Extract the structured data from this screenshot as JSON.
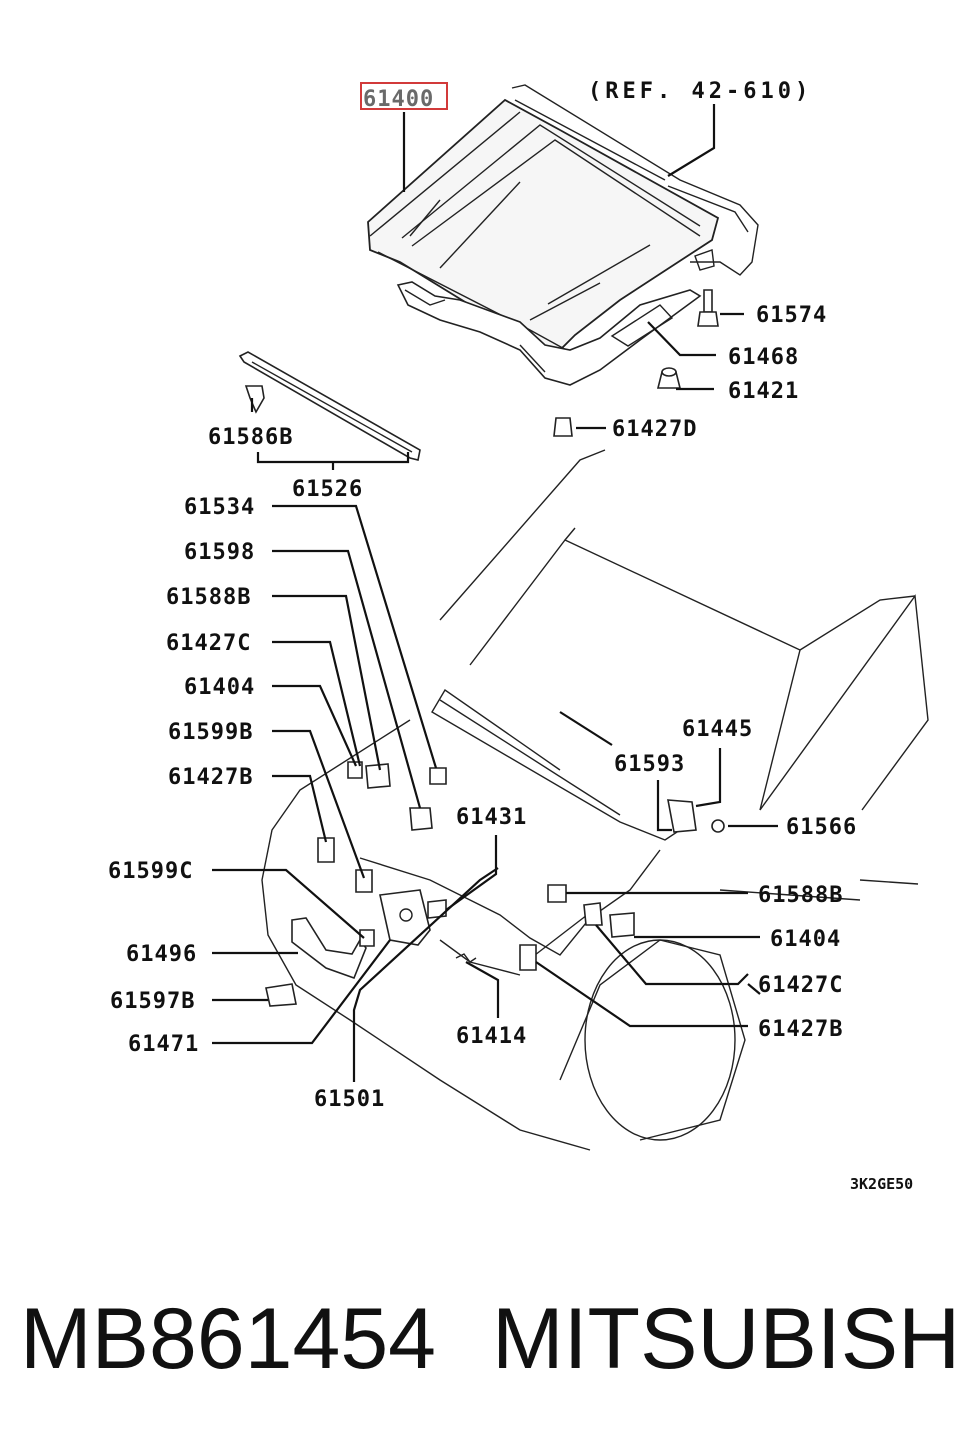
{
  "diagram": {
    "main_part": "61400",
    "highlight_color": "#d23a3a",
    "reference": "(REF. 42-610)",
    "drawing_code": "3K2GE50",
    "callouts": {
      "c61574": "61574",
      "c61468": "61468",
      "c61421": "61421",
      "c61427D": "61427D",
      "c61586B": "61586B",
      "c61526": "61526",
      "c61534": "61534",
      "c61598": "61598",
      "c61588B_left": "61588B",
      "c61427C_left": "61427C",
      "c61404_left": "61404",
      "c61599B": "61599B",
      "c61427B_left": "61427B",
      "c61599C": "61599C",
      "c61496": "61496",
      "c61597B": "61597B",
      "c61471": "61471",
      "c61501": "61501",
      "c61414": "61414",
      "c61431": "61431",
      "c61593": "61593",
      "c61445": "61445",
      "c61566": "61566",
      "c61588B_right": "61588B",
      "c61404_right": "61404",
      "c61427C_right": "61427C",
      "c61427B_right": "61427B"
    }
  },
  "caption": {
    "part_number": "MB861454",
    "brand": "MITSUBISHI"
  }
}
